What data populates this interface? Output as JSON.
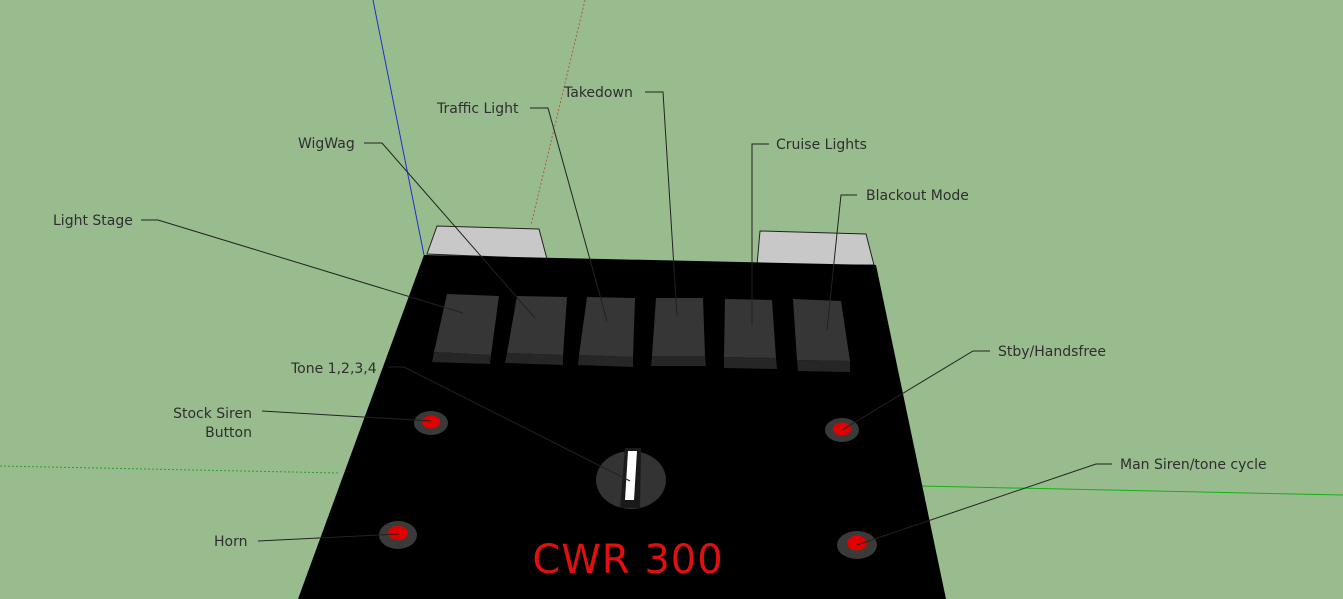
{
  "device": {
    "name": "CWR 300",
    "colors": {
      "background": "#99bc8f",
      "panel": "#000000",
      "switch": "#333333",
      "button_ring": "#3a3a3a",
      "button_light": "#e00000",
      "brand_text": "#e01010",
      "tab": "#c8c8c8"
    }
  },
  "labels": {
    "light_stage": "Light Stage",
    "wigwag": "WigWag",
    "traffic_light": "Traffic Light",
    "takedown": "Takedown",
    "cruise_lights": "Cruise Lights",
    "blackout_mode": "Blackout Mode",
    "tone": "Tone 1,2,3,4",
    "stock_siren_line1": "Stock Siren",
    "stock_siren_line2": "Button",
    "horn": "Horn",
    "stby_handsfree": "Stby/Handsfree",
    "man_siren": "Man Siren/tone cycle"
  }
}
